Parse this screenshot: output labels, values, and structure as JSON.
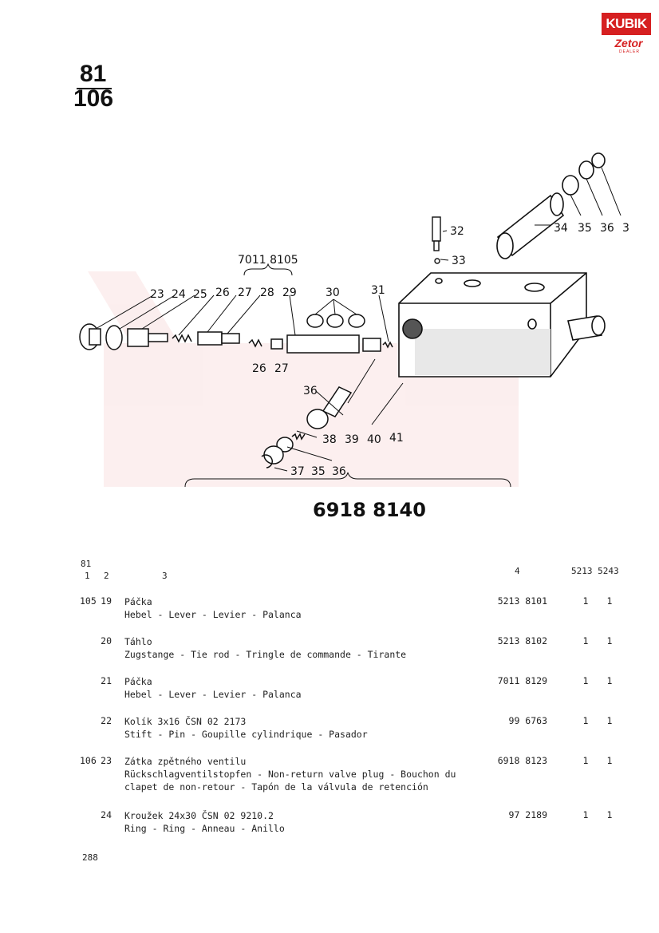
{
  "page": {
    "group_top": "81",
    "group_bottom": "106",
    "footer_number": "288"
  },
  "logo": {
    "brand": "KUBIK",
    "sub": "Zetor",
    "dealer": "DEALER"
  },
  "diagram": {
    "subassembly_label": "7011 8105",
    "assembly_label": "6918  8140",
    "callouts_top": [
      "23",
      "24",
      "25",
      "26",
      "27",
      "28",
      "29",
      "30",
      "31"
    ],
    "callouts_mid": [
      "26",
      "27"
    ],
    "callouts_right": [
      "32",
      "33",
      "34",
      "35",
      "36",
      "3"
    ],
    "callouts_lower": [
      "36",
      "38",
      "39",
      "40",
      "41"
    ],
    "callouts_bottom": [
      "37",
      "35",
      "36"
    ]
  },
  "table": {
    "header": {
      "group": "81",
      "col1": "1",
      "col2": "2",
      "col3": "3",
      "col4": "4",
      "types": "5213 5243"
    },
    "rows": [
      {
        "ref": "105",
        "pos": "19",
        "name": "Páčka",
        "translations": "Hebel - Lever - Levier - Palanca",
        "part": "5213 8101",
        "q1": "1",
        "q2": "1"
      },
      {
        "ref": "",
        "pos": "20",
        "name": "Táhlo",
        "translations": "Zugstange - Tie rod - Tringle de commande - Tirante",
        "part": "5213 8102",
        "q1": "1",
        "q2": "1"
      },
      {
        "ref": "",
        "pos": "21",
        "name": "Páčka",
        "translations": "Hebel - Lever - Levier - Palanca",
        "part": "7011 8129",
        "q1": "1",
        "q2": "1"
      },
      {
        "ref": "",
        "pos": "22",
        "name": "Kolík 3x16 ČSN 02 2173",
        "translations": "Stift - Pin - Goupille cylindrique - Pasador",
        "part": "99 6763",
        "q1": "1",
        "q2": "1"
      },
      {
        "ref": "106",
        "pos": "23",
        "name": "Zátka zpětného ventilu",
        "translations": "Rückschlagventilstopfen - Non-return valve plug - Bouchon du clapet de non-retour - Tapón de la válvula de retención",
        "part": "6918 8123",
        "q1": "1",
        "q2": "1"
      },
      {
        "ref": "",
        "pos": "24",
        "name": "Kroužek 24x30 ČSN 02 9210.2",
        "translations": "Ring - Ring - Anneau - Anillo",
        "part": "97 2189",
        "q1": "1",
        "q2": "1"
      }
    ]
  }
}
